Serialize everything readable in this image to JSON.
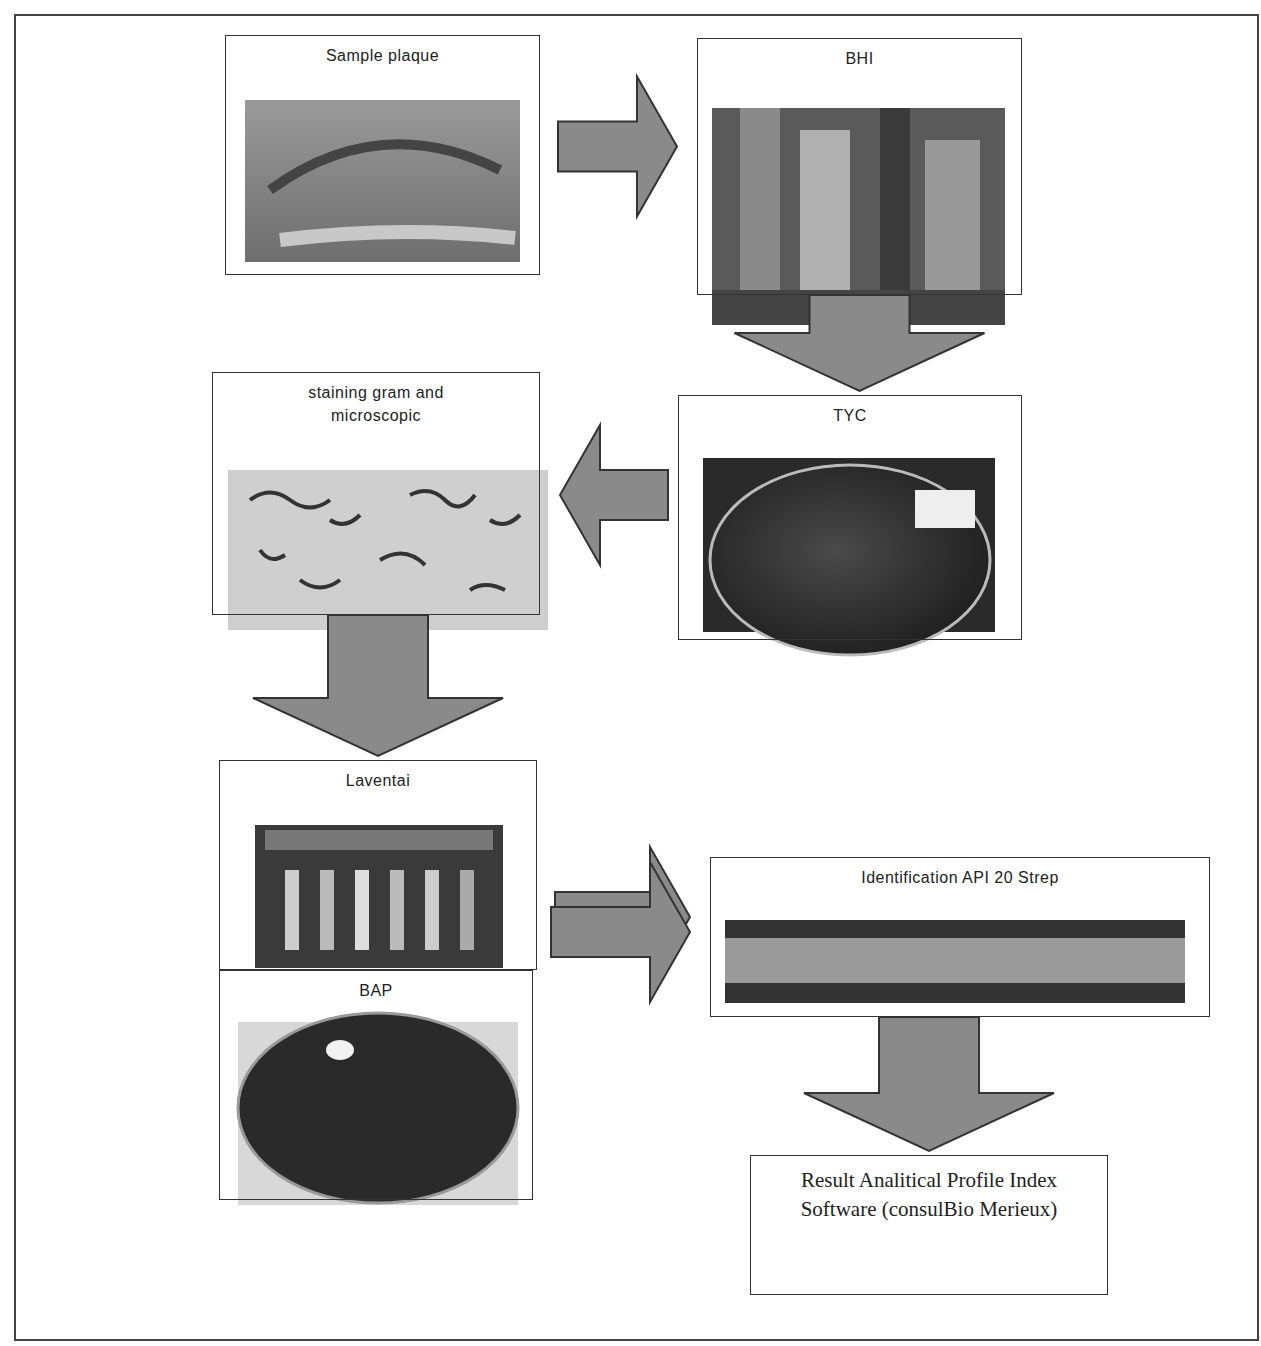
{
  "diagram": {
    "nodes": [
      {
        "text": [
          "Sample plaque"
        ]
      },
      {
        "text": [
          "BHI"
        ]
      },
      {
        "text": [
          "TYC"
        ]
      },
      {
        "text": [
          "staining gram and microscopic"
        ]
      },
      {
        "text": [
          "Laventai"
        ]
      },
      {
        "text": [
          "BAP"
        ]
      },
      {
        "text": [
          "Identification API 20 Strep"
        ]
      },
      {
        "text": [
          "Result Analitical Profile Index Software (consulBio Merieux)"
        ]
      }
    ],
    "edges": [
      {
        "from": 0,
        "to": 1,
        "arrow": "to"
      },
      {
        "from": 1,
        "to": 2,
        "arrow": "to"
      },
      {
        "from": 2,
        "to": 3,
        "arrow": "to"
      },
      {
        "from": 3,
        "to": 4,
        "arrow": "to"
      },
      {
        "from": 4,
        "to": 6,
        "arrow": "to"
      },
      {
        "from": 5,
        "to": 6,
        "arrow": "to"
      },
      {
        "from": 6,
        "to": 7,
        "arrow": "to"
      }
    ]
  }
}
